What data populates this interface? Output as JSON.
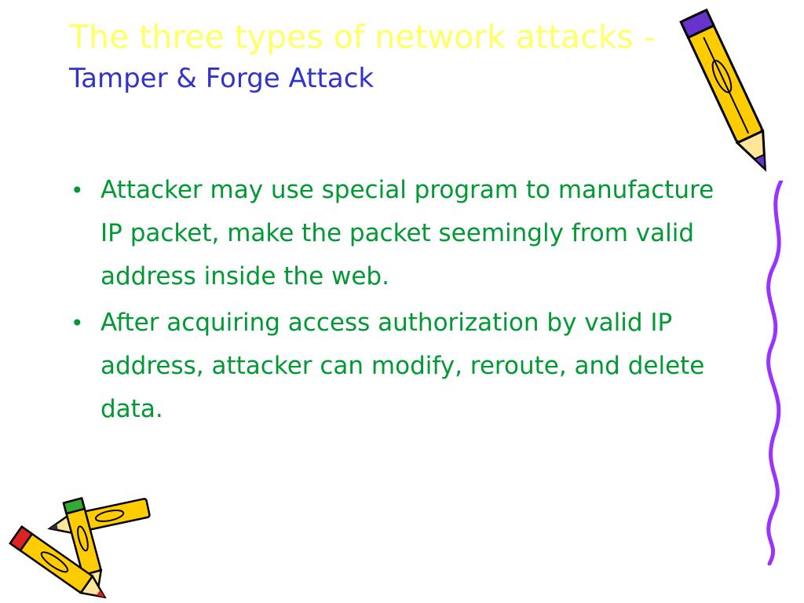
{
  "slide": {
    "title_main": "The three types of network attacks - ",
    "title_sub": "Tamper & Forge Attack",
    "bullet_glyph": "•",
    "bullets": [
      "Attacker may use special program to manufacture IP packet, make the packet seemingly from valid address inside the web.",
      "After acquiring access authorization by valid IP address, attacker can modify, reroute, and delete data."
    ]
  },
  "colors": {
    "title": "#ffff66",
    "subtitle": "#3333cc",
    "body": "#009933",
    "pencil_body": "#ffcc00",
    "pencil_accent": "#6633cc",
    "squiggle": "#9933ff"
  },
  "decorations": [
    "pencil-icon",
    "pencils-bundle-icon",
    "squiggle-line"
  ]
}
